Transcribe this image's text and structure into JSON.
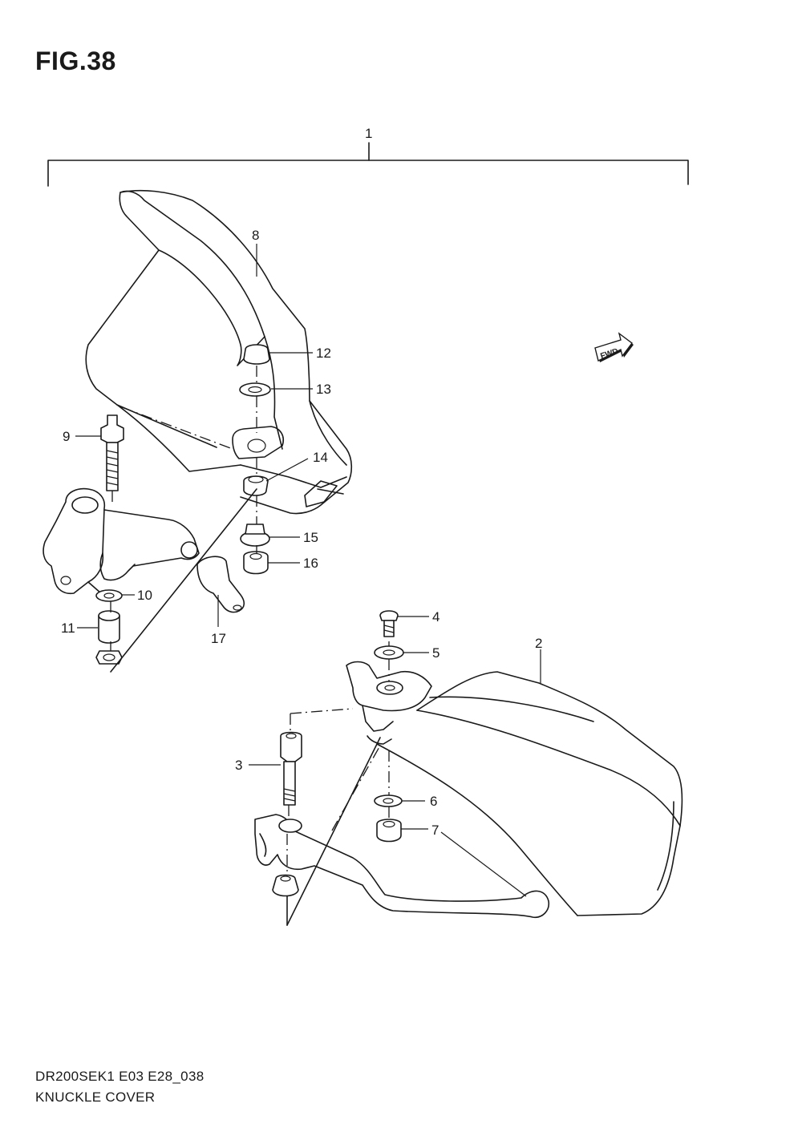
{
  "figure": {
    "title": "FIG.38"
  },
  "callouts": {
    "c1": "1",
    "c2": "2",
    "c3": "3",
    "c4": "4",
    "c5": "5",
    "c6": "6",
    "c7": "7",
    "c8": "8",
    "c9": "9",
    "c10": "10",
    "c11": "11",
    "c12": "12",
    "c13": "13",
    "c14": "14",
    "c15": "15",
    "c16": "16",
    "c17": "17"
  },
  "fwd_badge": "FWD",
  "footer": {
    "code": "DR200SEK1 E03 E28_038",
    "name": "KNUCKLE COVER"
  },
  "colors": {
    "line": "#1a1a1a",
    "background": "#ffffff"
  }
}
